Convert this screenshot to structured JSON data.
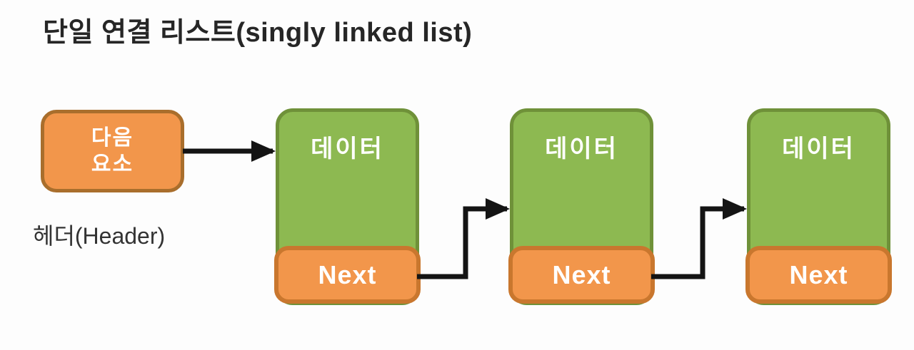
{
  "title": "단일 연결 리스트(singly linked list)",
  "header_node": {
    "line1": "다음",
    "line2": "요소",
    "caption": "헤더(Header)"
  },
  "nodes": [
    {
      "data_label": "데이터",
      "next_label": "Next"
    },
    {
      "data_label": "데이터",
      "next_label": "Next"
    },
    {
      "data_label": "데이터",
      "next_label": "Next"
    }
  ],
  "colors": {
    "orange_fill": "#F2964B",
    "orange_border_header": "#A96E2C",
    "orange_border_next": "#C9772E",
    "green_fill": "#8DB951",
    "green_border": "#6F9139",
    "arrow": "#141414",
    "node_text": "#FFFFFF",
    "title_text": "#262626"
  }
}
